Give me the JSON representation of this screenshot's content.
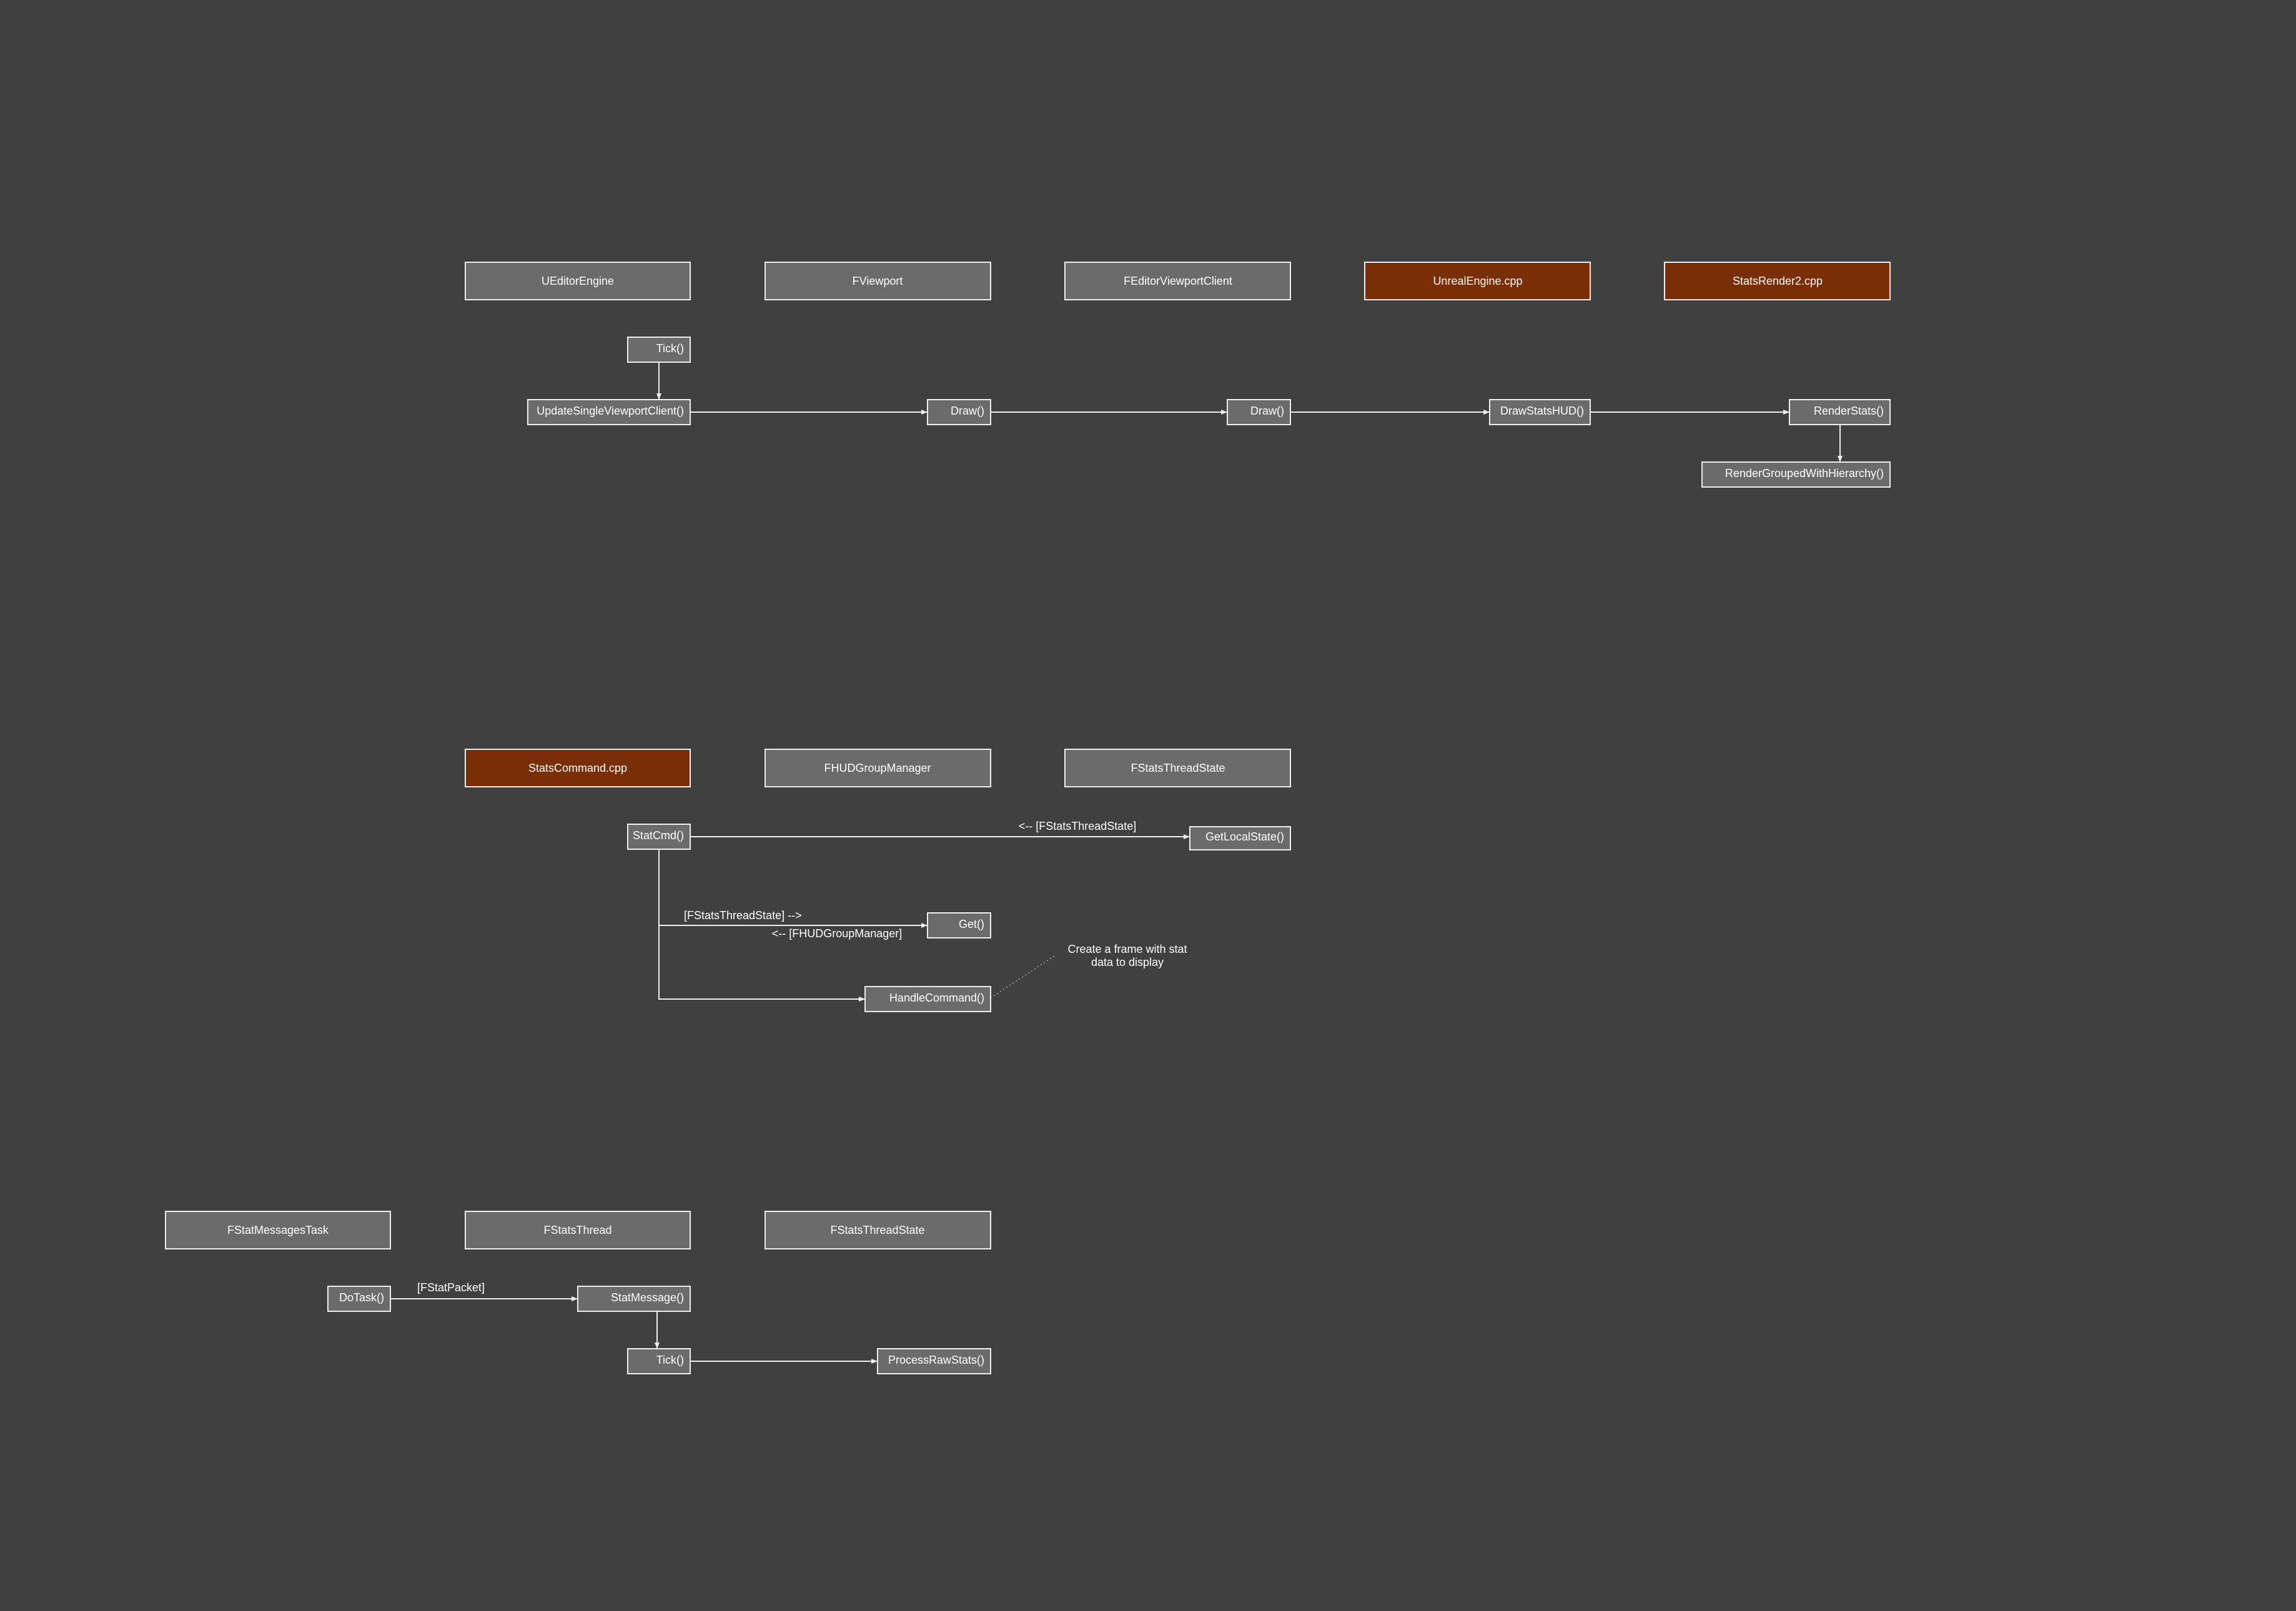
{
  "colors": {
    "background": "#404040",
    "class_box": "#6b6b6b",
    "file_box": "#7a2e05",
    "method_box": "#6b6b6b",
    "border": "#eeeeee",
    "text": "#ffffff"
  },
  "section1": {
    "headers": [
      {
        "label": "UEditorEngine",
        "kind": "class"
      },
      {
        "label": "FViewport",
        "kind": "class"
      },
      {
        "label": "FEditorViewportClient",
        "kind": "class"
      },
      {
        "label": "UnrealEngine.cpp",
        "kind": "file"
      },
      {
        "label": "StatsRender2.cpp",
        "kind": "file"
      }
    ],
    "methods": [
      {
        "label": "Tick()"
      },
      {
        "label": "UpdateSingleViewportClient()"
      },
      {
        "label": "Draw()"
      },
      {
        "label": "Draw()"
      },
      {
        "label": "DrawStatsHUD()"
      },
      {
        "label": "RenderStats()"
      },
      {
        "label": "RenderGroupedWithHierarchy()"
      }
    ]
  },
  "section2": {
    "headers": [
      {
        "label": "StatsCommand.cpp",
        "kind": "file"
      },
      {
        "label": "FHUDGroupManager",
        "kind": "class"
      },
      {
        "label": "FStatsThreadState",
        "kind": "class"
      }
    ],
    "methods": [
      {
        "label": "StatCmd()"
      },
      {
        "label": "GetLocalState()"
      },
      {
        "label": "Get()"
      },
      {
        "label": "HandleCommand()"
      }
    ],
    "edge_labels": {
      "get_local_state_return": "<-- [FStatsThreadState]",
      "get_send": "[FStatsThreadState] -->",
      "get_return": "<-- [FHUDGroupManager]"
    },
    "note": [
      "Create a frame with stat",
      "data to display"
    ]
  },
  "section3": {
    "headers": [
      {
        "label": "FStatMessagesTask",
        "kind": "class"
      },
      {
        "label": "FStatsThread",
        "kind": "class"
      },
      {
        "label": "FStatsThreadState",
        "kind": "class"
      }
    ],
    "methods": [
      {
        "label": "DoTask()"
      },
      {
        "label": "StatMessage()"
      },
      {
        "label": "Tick()"
      },
      {
        "label": "ProcessRawStats()"
      }
    ],
    "edge_labels": {
      "packet": "[FStatPacket]"
    }
  }
}
